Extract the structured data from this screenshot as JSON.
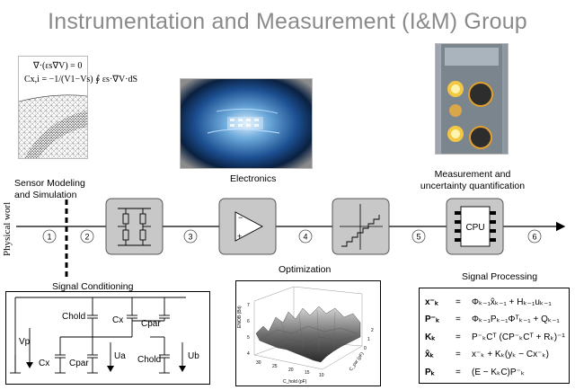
{
  "title": "Instrumentation and Measurement (I&M) Group",
  "labels": {
    "sensor_modeling": "Sensor Modeling\nand Simulation",
    "electronics": "Electronics",
    "measurement": "Measurement and\nuncertainty quantification",
    "signal_conditioning": "Signal Conditioning",
    "optimization": "Optimization",
    "signal_processing": "Signal Processing",
    "physical_world": "Physical worl",
    "cpu": "CPU"
  },
  "steps": [
    "1",
    "2",
    "3",
    "4",
    "5",
    "6"
  ],
  "sensor_equations": {
    "eq1": "∇·(εs∇V) = 0",
    "eq2": "Cx,i = −1/(V1−Vs) ∮ εs·∇V·dS"
  },
  "circuit": {
    "vp": "Vp",
    "chold_top": "Chold",
    "cx_top": "Cx",
    "cpar_top": "Cpar",
    "cx_bot": "Cx",
    "cpar_bot": "Cpar",
    "ua": "Ua",
    "chold_bot": "Chold",
    "ub": "Ub"
  },
  "surface_plot": {
    "zlabel": "ENOB (Bit)",
    "xlabel": "C_hold (pF)",
    "ylabel": "C_par (pF)",
    "zticks": [
      "4",
      "5",
      "6",
      "7"
    ],
    "xticks": [
      "30",
      "25",
      "20",
      "15",
      "10"
    ],
    "yticks": [
      "0",
      "1",
      "2"
    ]
  },
  "kalman": [
    {
      "lhs": "x⁻ₖ",
      "rhs": "Φₖ₋₁x̂ₖ₋₁ + Hₖ₋₁uₖ₋₁"
    },
    {
      "lhs": "P⁻ₖ",
      "rhs": "Φₖ₋₁Pₖ₋₁Φᵀₖ₋₁ + Qₖ₋₁"
    },
    {
      "lhs": "Kₖ",
      "rhs": "P⁻ₖCᵀ (CP⁻ₖCᵀ + Rₖ)⁻¹"
    },
    {
      "lhs": "x̂ₖ",
      "rhs": "x⁻ₖ + Kₖ(yₖ − Cx⁻ₖ)"
    },
    {
      "lhs": "Pₖ",
      "rhs": "(E − KₖC)P⁻ₖ"
    }
  ],
  "colors": {
    "title": "#8a8a8a",
    "block_fill": "#c8c8c8",
    "block_stroke": "#555555"
  }
}
